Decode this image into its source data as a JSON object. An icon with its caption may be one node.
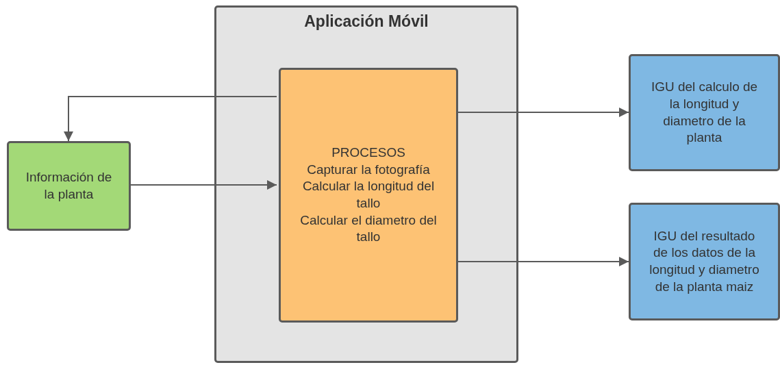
{
  "diagram": {
    "nodes": [
      {
        "text": [
          "Aplicación Móvil"
        ]
      },
      {
        "text": [
          "PROCESOS",
          "Capturar la fotografía",
          "Calcular la longitud del tallo",
          "Calcular el diametro del tallo"
        ],
        "in": 0
      },
      {
        "text": [
          "Información de la planta"
        ]
      },
      {
        "text": [
          "IGU del calculo de la longitud y diametro de la planta"
        ]
      },
      {
        "text": [
          "IGU del resultado de los datos de la longitud y diametro de la planta maiz"
        ]
      }
    ],
    "edges": [
      {
        "from": 1,
        "to": 2,
        "arrow": "to"
      },
      {
        "from": 2,
        "to": 1,
        "arrow": "to"
      },
      {
        "from": 1,
        "to": 3,
        "arrow": "to"
      },
      {
        "from": 1,
        "to": 4,
        "arrow": "to"
      }
    ]
  }
}
